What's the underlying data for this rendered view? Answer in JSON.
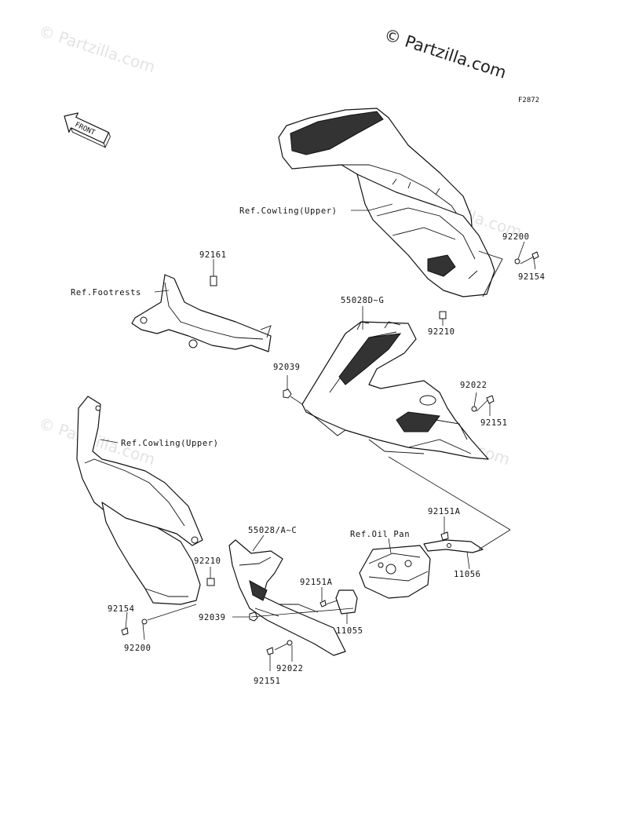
{
  "header": {
    "brand": "© Partzilla.com",
    "figure_code": "F2872",
    "front_arrow_label": "FRONT"
  },
  "watermarks": [
    "© Partzilla.com",
    "© Partzilla.com",
    "© Partzilla.com",
    "© Partzilla.com"
  ],
  "labels": {
    "ref_cowling_upper_top": "Ref.Cowling(Upper)",
    "ref_cowling_upper_left": "Ref.Cowling(Upper)",
    "ref_footrests": "Ref.Footrests",
    "ref_oil_pan": "Ref.Oil Pan",
    "p92161": "92161",
    "p92200_right": "92200",
    "p92154_right": "92154",
    "p55028_dg": "55028D~G",
    "p92210_right": "92210",
    "p92039_upper": "92039",
    "p92022_right": "92022",
    "p92151_right": "92151",
    "p92151a_top": "92151A",
    "p55028_ac": "55028/A~C",
    "p92210_left": "92210",
    "p11056": "11056",
    "p92151a_mid": "92151A",
    "p92154_left": "92154",
    "p92039_lower": "92039",
    "p11055": "11055",
    "p92200_left": "92200",
    "p92022_left": "92022",
    "p92151_left": "92151"
  }
}
